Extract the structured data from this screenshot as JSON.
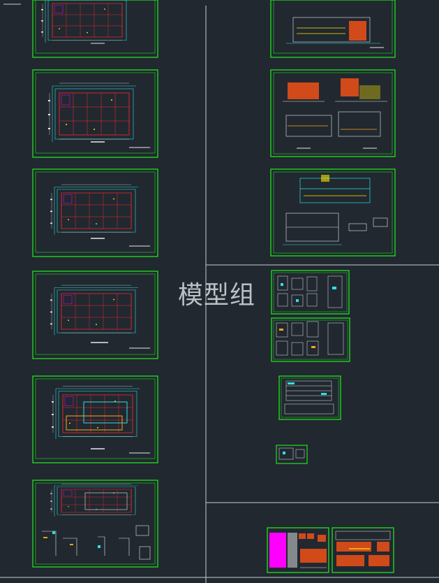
{
  "workspace": {
    "background": "#212830",
    "frame_color": "#1fe01f",
    "divider_color": "#c8ccd0"
  },
  "watermark": {
    "text": "模型组"
  },
  "left_column_sheets": [
    {
      "id": "sheet-1",
      "type": "floor-plan"
    },
    {
      "id": "sheet-2",
      "type": "floor-plan"
    },
    {
      "id": "sheet-3",
      "type": "floor-plan"
    },
    {
      "id": "sheet-4",
      "type": "floor-plan"
    },
    {
      "id": "sheet-5",
      "type": "floor-plan"
    },
    {
      "id": "sheet-6",
      "type": "plan-with-details"
    }
  ],
  "right_column_sheets": [
    {
      "id": "sheet-7",
      "type": "elevation"
    },
    {
      "id": "sheet-8",
      "type": "elevations-sections"
    },
    {
      "id": "sheet-9",
      "type": "sections-details"
    },
    {
      "id": "sheet-10",
      "type": "details"
    },
    {
      "id": "sheet-11",
      "type": "details"
    },
    {
      "id": "sheet-12",
      "type": "schedule"
    },
    {
      "id": "sheet-13",
      "type": "detail-small"
    },
    {
      "id": "sheet-14",
      "type": "color-elevation"
    },
    {
      "id": "sheet-15",
      "type": "color-elevation"
    }
  ]
}
